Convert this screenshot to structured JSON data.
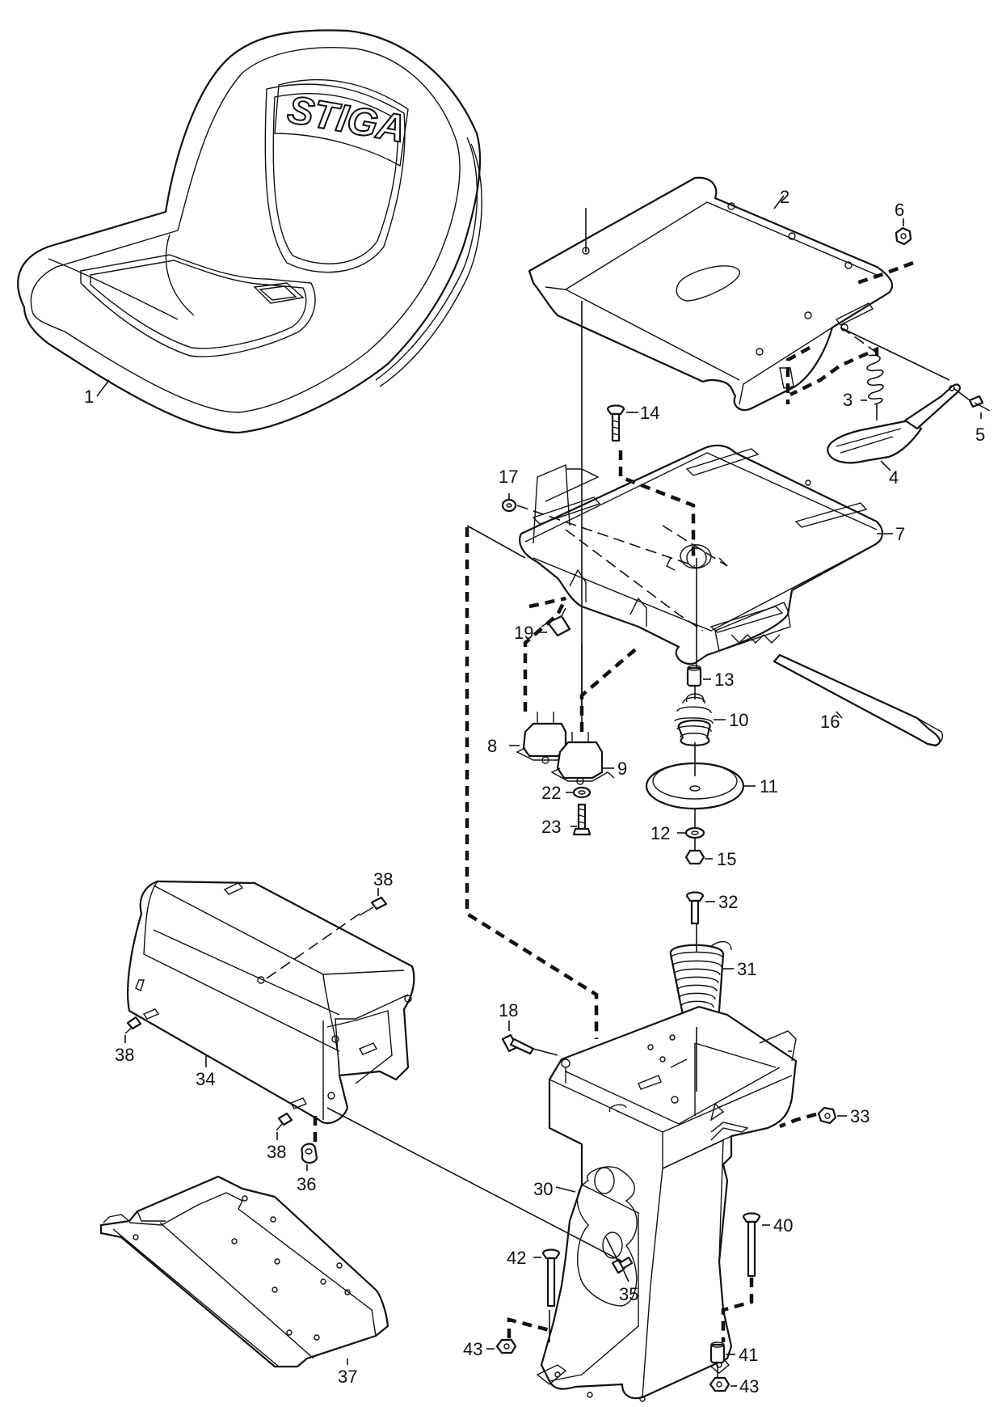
{
  "brand": {
    "logo_text": "STIGA"
  },
  "labels": [
    {
      "id": "p1",
      "text": "1"
    },
    {
      "id": "p2",
      "text": "2"
    },
    {
      "id": "p3",
      "text": "3"
    },
    {
      "id": "p4",
      "text": "4"
    },
    {
      "id": "p5",
      "text": "5"
    },
    {
      "id": "p6",
      "text": "6"
    },
    {
      "id": "p7",
      "text": "7"
    },
    {
      "id": "p8",
      "text": "8"
    },
    {
      "id": "p9",
      "text": "9"
    },
    {
      "id": "p10",
      "text": "10"
    },
    {
      "id": "p11",
      "text": "11"
    },
    {
      "id": "p12",
      "text": "12"
    },
    {
      "id": "p13",
      "text": "13"
    },
    {
      "id": "p14",
      "text": "14"
    },
    {
      "id": "p15",
      "text": "15"
    },
    {
      "id": "p16",
      "text": "16"
    },
    {
      "id": "p17",
      "text": "17"
    },
    {
      "id": "p18",
      "text": "18"
    },
    {
      "id": "p19",
      "text": "19"
    },
    {
      "id": "p22",
      "text": "22"
    },
    {
      "id": "p23",
      "text": "23"
    },
    {
      "id": "p30",
      "text": "30"
    },
    {
      "id": "p31",
      "text": "31"
    },
    {
      "id": "p32",
      "text": "32"
    },
    {
      "id": "p33",
      "text": "33"
    },
    {
      "id": "p34",
      "text": "34"
    },
    {
      "id": "p35",
      "text": "35"
    },
    {
      "id": "p36",
      "text": "36"
    },
    {
      "id": "p37",
      "text": "37"
    },
    {
      "id": "p38a",
      "text": "38"
    },
    {
      "id": "p38b",
      "text": "38"
    },
    {
      "id": "p38c",
      "text": "38"
    },
    {
      "id": "p40",
      "text": "40"
    },
    {
      "id": "p41",
      "text": "41"
    },
    {
      "id": "p42",
      "text": "42"
    },
    {
      "id": "p43a",
      "text": "43"
    },
    {
      "id": "p43b",
      "text": "43"
    }
  ]
}
